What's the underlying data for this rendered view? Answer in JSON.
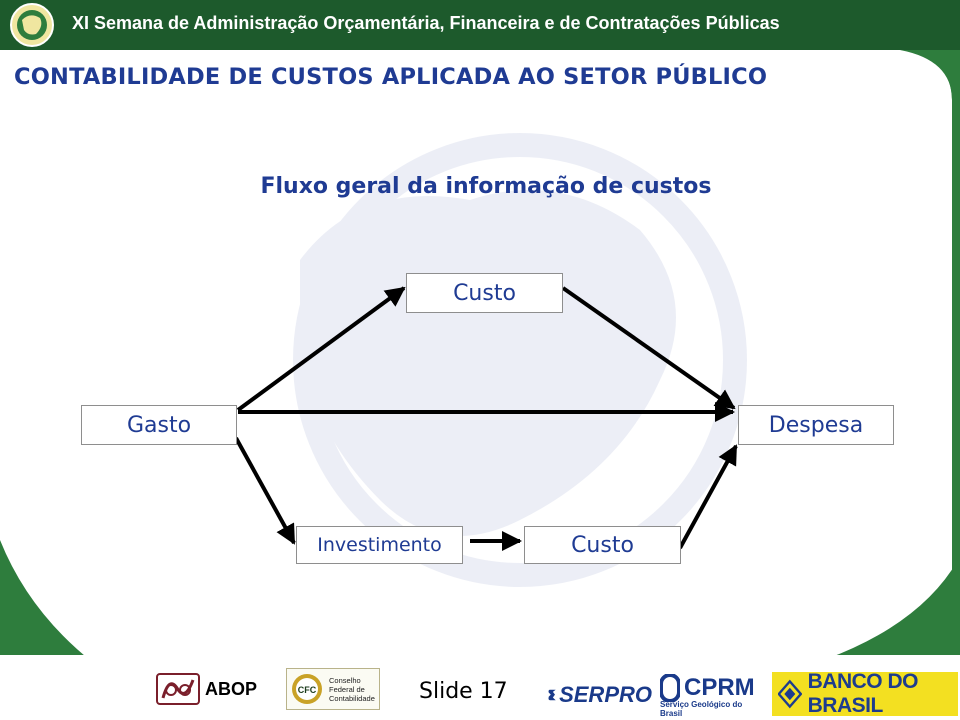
{
  "header": {
    "event_title": "XI Semana de Administração Orçamentária, Financeira e de Contratações Públicas"
  },
  "slide": {
    "title": "CONTABILIDADE DE CUSTOS APLICADA AO SETOR PÚBLICO",
    "subtitle": "Fluxo geral da informação de custos"
  },
  "diagram": {
    "nodes": {
      "custo_top": "Custo",
      "gasto": "Gasto",
      "despesa": "Despesa",
      "investimento": "Investimento",
      "custo_bottom": "Custo"
    },
    "edges": [
      [
        "gasto",
        "custo_top"
      ],
      [
        "custo_top",
        "despesa"
      ],
      [
        "gasto",
        "despesa"
      ],
      [
        "gasto",
        "investimento"
      ],
      [
        "investimento",
        "custo_bottom"
      ],
      [
        "custo_bottom",
        "despesa"
      ]
    ]
  },
  "footer": {
    "slide_number": "Slide 17",
    "logos": {
      "abop": "ABOP",
      "cfc_mark": "CFC",
      "cfc_name": "Conselho Federal de Contabilidade",
      "serpro": "SERPRO",
      "cprm": "CPRM",
      "cprm_sub": "Serviço Geológico do Brasil",
      "bb": "BANCO DO BRASIL"
    }
  },
  "colors": {
    "header_green": "#1d5a2c",
    "background_green": "#2e7d3d",
    "title_blue": "#1f3b93",
    "arrow": "#000000"
  }
}
